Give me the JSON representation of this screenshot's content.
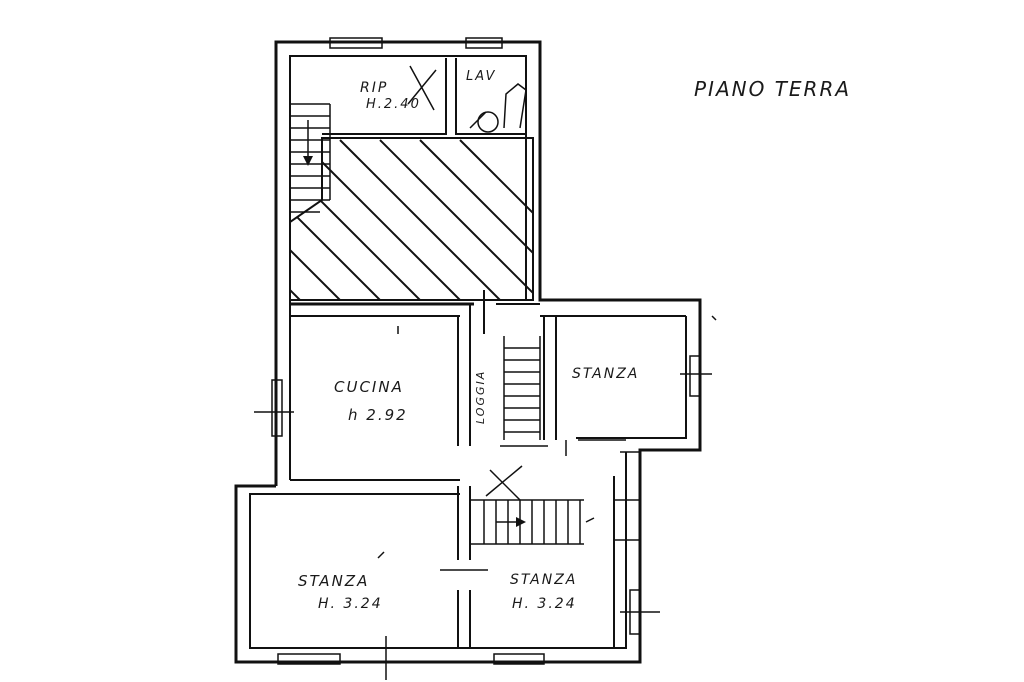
{
  "title": "PIANO TERRA",
  "rooms": {
    "rip": {
      "name": "RIP",
      "height": "H.2.40"
    },
    "lav": {
      "name": "LAV"
    },
    "cucina": {
      "name": "CUCINA",
      "height": "h 2.92"
    },
    "stanza_east": {
      "name": "STANZA"
    },
    "loggia": {
      "name": "LOGGIA"
    },
    "stanza_sw": {
      "name": "STANZA",
      "height": "H. 3.24"
    },
    "stanza_s": {
      "name": "STANZA",
      "height": "H. 3.24"
    }
  },
  "colors": {
    "ink": "#111111",
    "paper": "#ffffff"
  }
}
